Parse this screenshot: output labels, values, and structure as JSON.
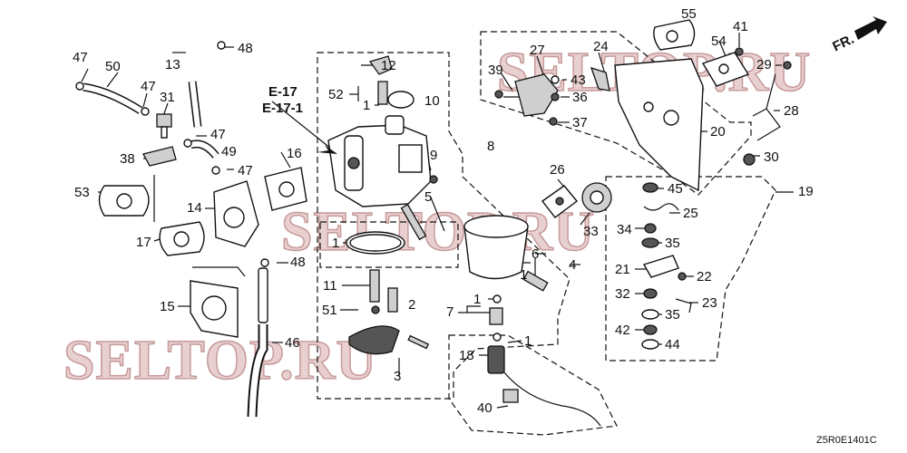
{
  "watermark": "SELTOP.RU",
  "diagram_code": "Z5R0E1401C",
  "direction_label": "FR.",
  "references": [
    "E-17",
    "E-17-1"
  ],
  "callouts": [
    "1",
    "2",
    "3",
    "4",
    "5",
    "6",
    "7",
    "8",
    "9",
    "10",
    "11",
    "12",
    "13",
    "14",
    "15",
    "16",
    "17",
    "18",
    "19",
    "20",
    "21",
    "22",
    "23",
    "24",
    "25",
    "26",
    "27",
    "28",
    "29",
    "30",
    "31",
    "32",
    "33",
    "34",
    "35",
    "36",
    "37",
    "38",
    "39",
    "40",
    "41",
    "42",
    "43",
    "44",
    "45",
    "46",
    "47",
    "48",
    "49",
    "50",
    "51",
    "52",
    "53",
    "54",
    "55"
  ]
}
